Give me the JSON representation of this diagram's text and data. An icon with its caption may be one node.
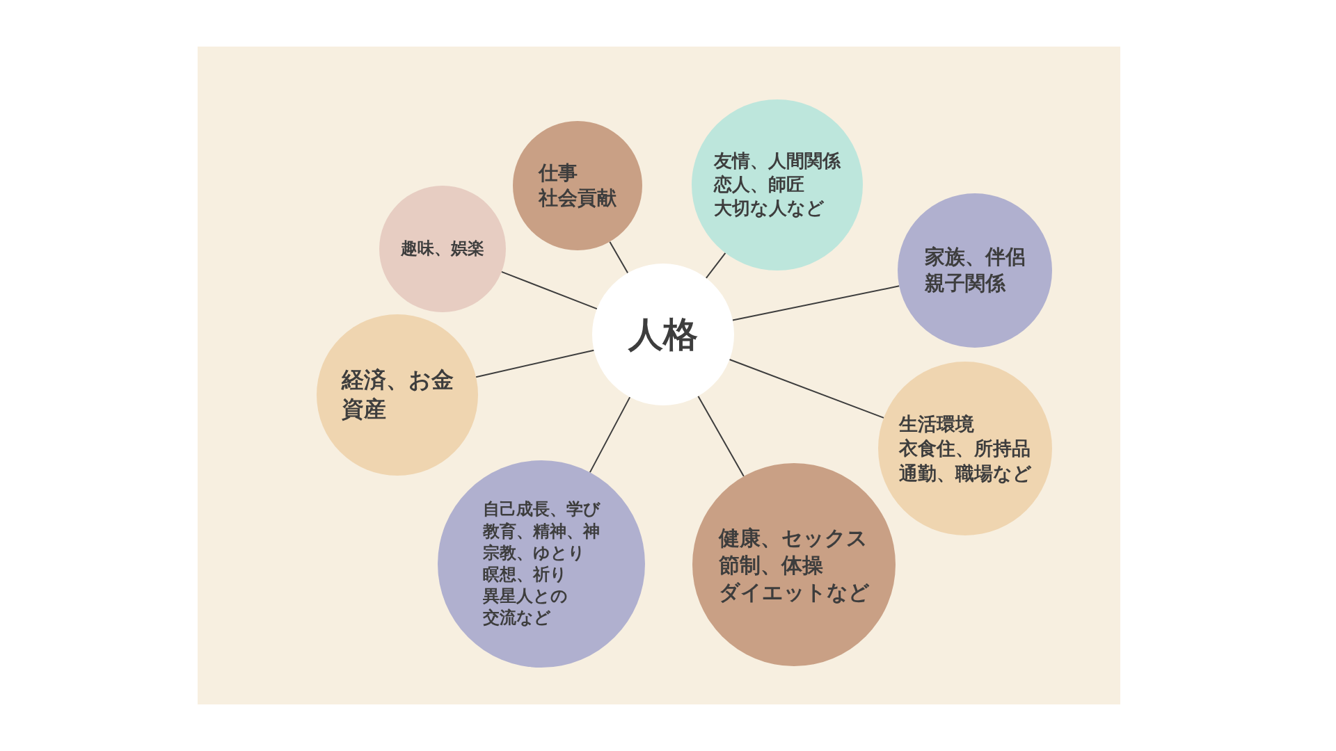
{
  "diagram": {
    "nodes": [
      {
        "text": [
          "人格"
        ]
      },
      {
        "text": [
          "趣味、娯楽"
        ]
      },
      {
        "text": [
          "仕事",
          "社会貢献"
        ]
      },
      {
        "text": [
          "友情、人間関係",
          "恋人、師匠",
          "大切な人など"
        ]
      },
      {
        "text": [
          "家族、伴侶",
          "親子関係"
        ]
      },
      {
        "text": [
          "経済、お金",
          "資産"
        ]
      },
      {
        "text": [
          "生活環境",
          "衣食住、所持品",
          "通勤、職場など"
        ]
      },
      {
        "text": [
          "自己成長、学び",
          "教育、精神、神",
          "宗教、ゆとり",
          "瞑想、祈り",
          "異星人との",
          "交流など"
        ]
      },
      {
        "text": [
          "健康、セックス",
          "節制、体操",
          "ダイエットなど"
        ]
      }
    ],
    "edges": [
      {
        "from": 0,
        "to": 1,
        "arrow": "none"
      },
      {
        "from": 0,
        "to": 2,
        "arrow": "none"
      },
      {
        "from": 0,
        "to": 3,
        "arrow": "none"
      },
      {
        "from": 0,
        "to": 4,
        "arrow": "none"
      },
      {
        "from": 0,
        "to": 5,
        "arrow": "none"
      },
      {
        "from": 0,
        "to": 6,
        "arrow": "none"
      },
      {
        "from": 0,
        "to": 7,
        "arrow": "none"
      },
      {
        "from": 0,
        "to": 8,
        "arrow": "none"
      }
    ]
  }
}
